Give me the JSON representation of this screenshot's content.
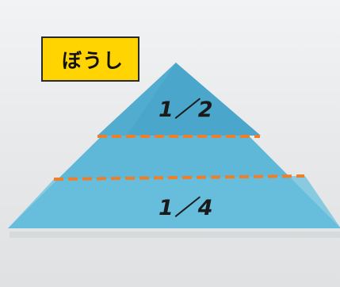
{
  "title_label": "ぼうし",
  "fraction_top": "1／2",
  "fraction_bottom": "1／4",
  "colors": {
    "paper": "#5bb6d6",
    "paper_light": "#6cc3e0",
    "top_flap": "#4aa7cc",
    "fold_line": "#ec7f2c",
    "label_bg": "#ffd400",
    "background": "#eceeef"
  }
}
